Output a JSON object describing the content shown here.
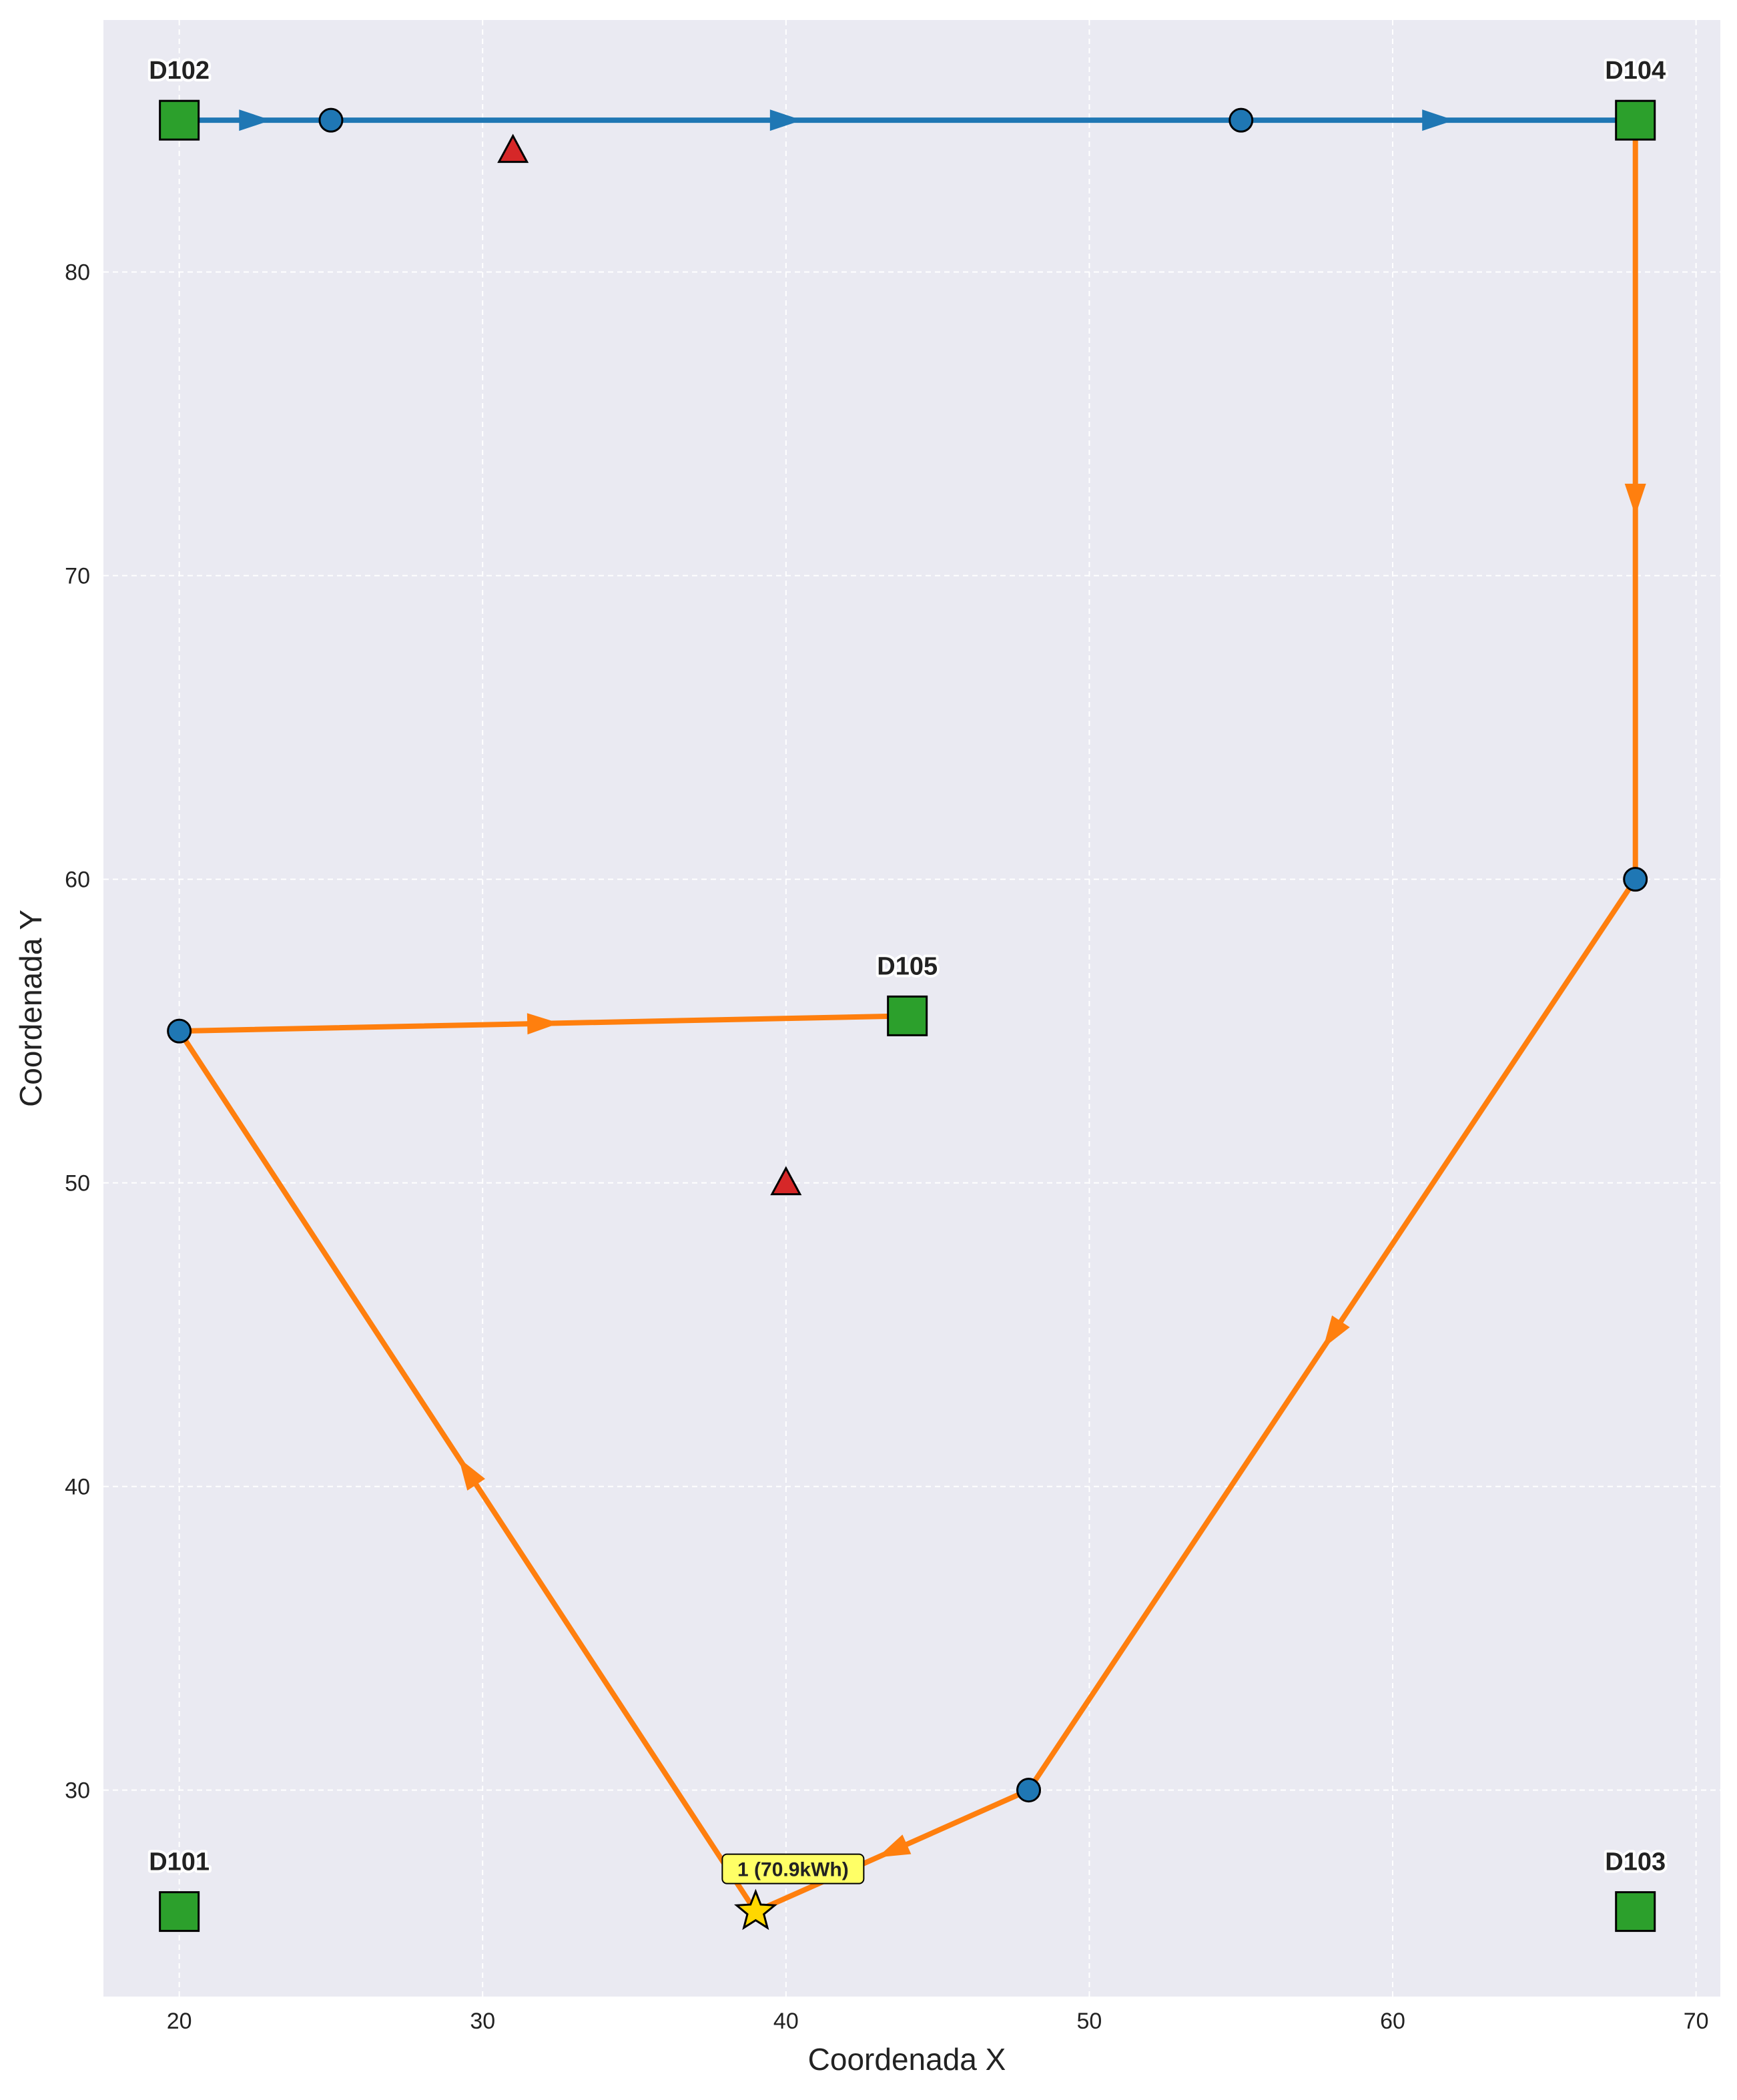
{
  "chart_data": {
    "type": "scatter",
    "xlabel": "Coordenada X",
    "ylabel": "Coordenada Y",
    "xlim": [
      17.5,
      70.8
    ],
    "ylim": [
      23.2,
      88.3
    ],
    "xticks": [
      20,
      30,
      40,
      50,
      60,
      70
    ],
    "yticks": [
      30,
      40,
      50,
      60,
      70,
      80
    ],
    "grid": true,
    "colors": {
      "plot_bg": "#eaeaf2",
      "grid": "#ffffff",
      "route_blue": "#1f77b4",
      "route_orange": "#ff7f0e",
      "depot": "#2ca02c",
      "customer": "#1f77b4",
      "station": "#d62728",
      "star": "#ffd700",
      "charge_box": "#ffff66"
    },
    "depots": [
      {
        "label": "D101",
        "x": 20,
        "y": 26
      },
      {
        "label": "D102",
        "x": 20,
        "y": 85
      },
      {
        "label": "D103",
        "x": 68,
        "y": 26
      },
      {
        "label": "D104",
        "x": 68,
        "y": 85
      },
      {
        "label": "D105",
        "x": 44,
        "y": 55.5
      }
    ],
    "customers": [
      {
        "x": 25,
        "y": 85
      },
      {
        "x": 55,
        "y": 85
      },
      {
        "x": 68,
        "y": 60
      },
      {
        "x": 48,
        "y": 30
      },
      {
        "x": 20,
        "y": 55
      }
    ],
    "stations": [
      {
        "x": 31,
        "y": 84
      },
      {
        "x": 40,
        "y": 50
      }
    ],
    "routes": [
      {
        "color": "route_blue",
        "points": [
          [
            20,
            85
          ],
          [
            25,
            85
          ],
          [
            55,
            85
          ],
          [
            68,
            85
          ]
        ]
      },
      {
        "color": "route_orange",
        "points": [
          [
            68,
            85
          ],
          [
            68,
            60
          ],
          [
            48,
            30
          ],
          [
            39,
            26
          ],
          [
            20,
            55
          ],
          [
            44,
            55.5
          ]
        ]
      }
    ],
    "charging": [
      {
        "x": 39,
        "y": 26,
        "label": "1 (70.9kWh)"
      }
    ]
  }
}
